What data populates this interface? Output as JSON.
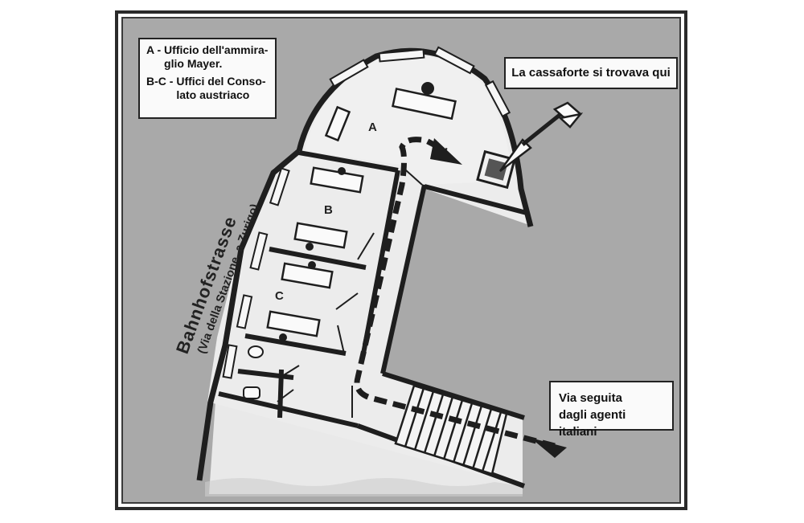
{
  "legend": {
    "entries": [
      {
        "key": "A - ",
        "text": "Ufficio dell'ammira-\nglio Mayer."
      },
      {
        "key": "B-C - ",
        "text": "Uffici del Conso-\nlato austriaco"
      }
    ]
  },
  "callouts": {
    "safe": "La cassaforte si trovava qui",
    "route": "Via seguita\ndagli agenti italiani"
  },
  "street": {
    "name": "Bahnhofstrasse",
    "subtitle": "(Via della Stazione, a Zurigo)"
  },
  "rooms": {
    "a": "A",
    "b": "B",
    "c": "C"
  }
}
